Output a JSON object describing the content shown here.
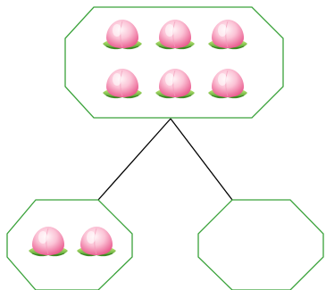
{
  "colors": {
    "outline": "#3aa23a",
    "connector": "#000000",
    "peach_light": "#fde7ee",
    "peach_mid": "#f7a9c4",
    "peach_dark": "#ea5b8e",
    "leaf_light": "#b6e36b",
    "leaf_dark": "#4c9a2a",
    "background": "#ffffff"
  },
  "diagram": {
    "top_group": {
      "count": 6,
      "icon": "peach-icon"
    },
    "left_group": {
      "count": 2,
      "icon": "peach-icon"
    },
    "right_group": {
      "count": 0,
      "icon": "peach-icon"
    }
  }
}
